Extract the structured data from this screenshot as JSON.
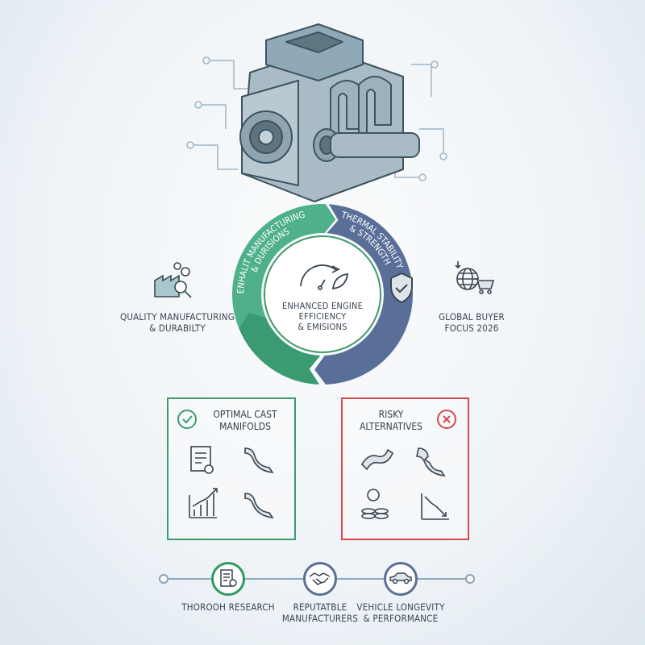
{
  "ring": {
    "center_label": [
      "ENHANCED ENGINE",
      "EFFICIENCY",
      "& EMISIONS"
    ],
    "arc_green_text": [
      "ENHALIT MANUFACTURING",
      "& DURISIONS"
    ],
    "arc_blue_text": [
      "THERMAL STABILITY",
      "& STRENGTH"
    ]
  },
  "left_feature": {
    "line1": "QUALITY MANUFACTURING",
    "line2": "& DURABILTY",
    "icon": "factory-magnifier-icon"
  },
  "right_feature": {
    "line1": "GLOBAL BUYER",
    "line2": "FOCUS 2026",
    "icon": "globe-cart-icon"
  },
  "optimal": {
    "line1": "OPTIMAL CAST",
    "line2": "MANIFOLDS",
    "icon": "check-circle-icon",
    "color": "#3f9a6a"
  },
  "risky": {
    "line1": "RISKY",
    "line2": "ALTERNATIVES",
    "icon": "x-circle-icon",
    "color": "#d9484b"
  },
  "timeline": [
    {
      "line1": "THOROOH RESEARCH",
      "line2": "",
      "icon": "document-lightbulb-icon",
      "color": "#2f9a63"
    },
    {
      "line1": "REPUTATBLE",
      "line2": "MANUFACTURERS",
      "icon": "handshake-icon",
      "color": "#5a6f96"
    },
    {
      "line1": "VEHICLE LONGEVITY",
      "line2": "& PERFORMANCE",
      "icon": "car-icon",
      "color": "#5a6f96"
    }
  ],
  "colors": {
    "green": "#4fb08c",
    "green_dark": "#3a9a70",
    "blue": "#5a6f98",
    "line": "#8fa9bb"
  }
}
